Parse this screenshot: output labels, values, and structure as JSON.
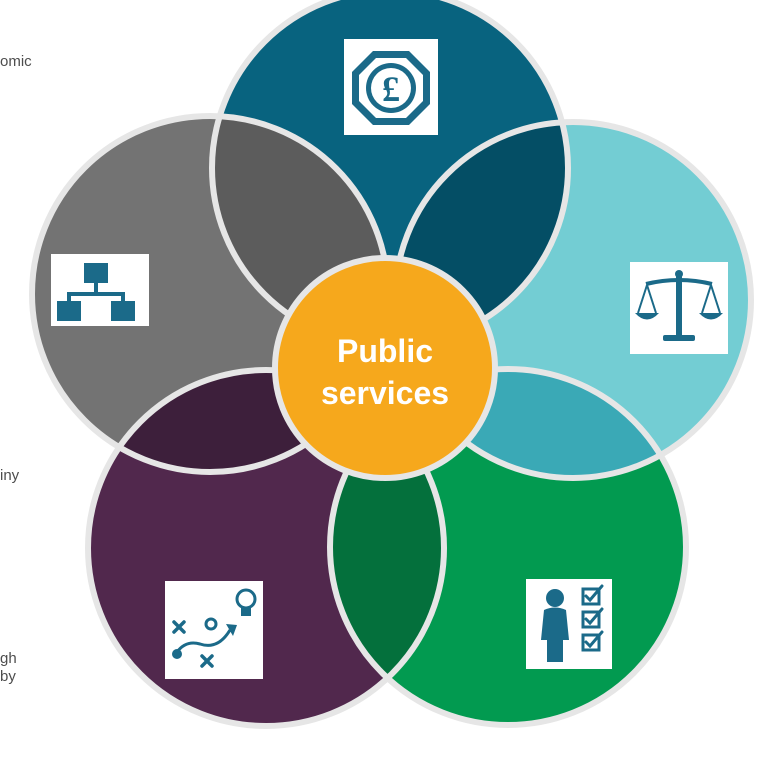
{
  "edge_text": {
    "top_left": "omic",
    "mid_left": "iny",
    "bottom_left_line1": "gh",
    "bottom_left_line2": "by"
  },
  "center": {
    "line1": "Public",
    "line2": "services",
    "color": "#f6a81c"
  },
  "petals": [
    {
      "name": "finance",
      "color": "#08637f",
      "icon": "pound-coin-icon"
    },
    {
      "name": "governance",
      "color": "#737373",
      "icon": "org-chart-icon"
    },
    {
      "name": "justice",
      "color": "#73cdd3",
      "icon": "scales-icon"
    },
    {
      "name": "strategy",
      "color": "#51284d",
      "icon": "strategy-lightbulb-icon"
    },
    {
      "name": "compliance",
      "color": "#029a50",
      "icon": "person-checklist-icon"
    }
  ],
  "colors": {
    "icon_blue": "#1b6a89",
    "ring_border": "#e6e6e6",
    "overlap_finance_governance": "#5c5c5c",
    "overlap_finance_justice": "#044e65",
    "overlap_justice_compliance": "#3aa9b6",
    "overlap_strategy_compliance": "#04703c",
    "overlap_governance_strategy": "#3d1f3b",
    "triple_top": "#3e3e3e",
    "triple_right": "#063243",
    "triple_bottom": "#0b4f2c",
    "triple_lower_right": "#2b777e"
  }
}
